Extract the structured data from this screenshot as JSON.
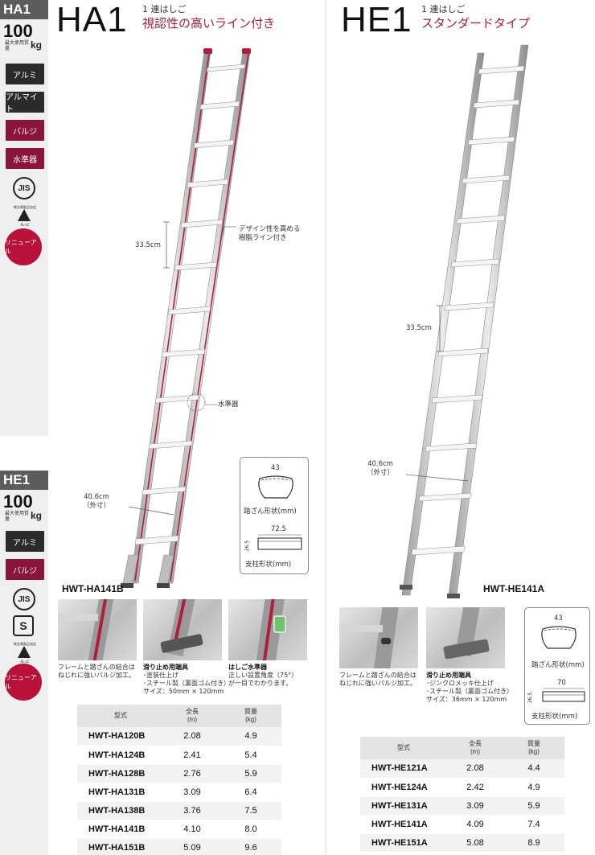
{
  "ha1": {
    "sidebar": {
      "code": "HA1",
      "max_load": "100",
      "max_load_label": "最大使用質量",
      "unit": "kg",
      "tags": [
        "アルミ",
        "アルマイト",
        "バルジ",
        "水準器"
      ],
      "jis_mark": "JIS",
      "cert_caption": "軽金属製品協会",
      "cert_caption2": "AL-LC",
      "renewal": "リニューアル"
    },
    "title": "HA1",
    "subtitle_small": "1 連はしご",
    "subtitle": "視認性の高いライン付き",
    "annotations": {
      "rung_pitch": "33.5cm",
      "design_line": [
        "デザイン性を高める",
        "樹脂ライン付き"
      ],
      "level": "水準器",
      "width": [
        "40.6cm",
        "（外寸）"
      ]
    },
    "profile": {
      "rung_width": "43",
      "rung_label": "踏ざん形状(mm)",
      "post_width": "72.5",
      "post_height": "26.5",
      "post_label": "支柱形状(mm)"
    },
    "model_label": "HWT-HA141B",
    "features": [
      {
        "title": "",
        "lines": [
          "フレームと踏ざんの結合は",
          "ねじれに強いバルジ加工。"
        ]
      },
      {
        "title": "滑り止め用端具",
        "lines": [
          "･塗装仕上げ",
          "･スチール製（裏面ゴム付き）",
          "サイズ：50mm × 120mm"
        ]
      },
      {
        "title": "はしご水準器",
        "lines": [
          "正しい設置角度（75°）",
          "が一目でわかります。"
        ]
      }
    ],
    "table": {
      "headers": [
        "型式",
        "全長",
        "(m)",
        "質量",
        "(kg)"
      ],
      "rows": [
        [
          "HWT-HA120B",
          "2.08",
          "4.9"
        ],
        [
          "HWT-HA124B",
          "2.41",
          "5.4"
        ],
        [
          "HWT-HA128B",
          "2.76",
          "5.9"
        ],
        [
          "HWT-HA131B",
          "3.09",
          "6.4"
        ],
        [
          "HWT-HA138B",
          "3.76",
          "7.5"
        ],
        [
          "HWT-HA141B",
          "4.10",
          "8.0"
        ],
        [
          "HWT-HA151B",
          "5.09",
          "9.6"
        ]
      ]
    }
  },
  "he1": {
    "sidebar": {
      "code": "HE1",
      "max_load": "100",
      "max_load_label": "最大使用質量",
      "unit": "kg",
      "tags": [
        "アルミ",
        "バルジ"
      ],
      "jis_mark": "JIS",
      "s_mark": "S",
      "cert_caption": "軽金属製品協会",
      "cert_caption2": "AL-LC",
      "renewal": "リニューアル"
    },
    "title": "HE1",
    "subtitle_small": "1 連はしご",
    "subtitle": "スタンダードタイプ",
    "annotations": {
      "rung_pitch": "33.5cm",
      "width": [
        "40.6cm",
        "（外寸）"
      ]
    },
    "profile": {
      "rung_width": "43",
      "rung_label": "踏ざん形状(mm)",
      "post_width": "70",
      "post_height": "26.5",
      "post_label": "支柱形状(mm)"
    },
    "model_label": "HWT-HE141A",
    "features": [
      {
        "title": "",
        "lines": [
          "フレームと踏ざんの結合は",
          "ねじれに強いバルジ加工。"
        ]
      },
      {
        "title": "滑り止め用端具",
        "lines": [
          "･ジンクロメッキ仕上げ",
          "･スチール製（裏面ゴム付き）",
          "サイズ：36mm × 120mm"
        ]
      }
    ],
    "table": {
      "headers": [
        "型式",
        "全長",
        "(m)",
        "質量",
        "(kg)"
      ],
      "rows": [
        [
          "HWT-HE121A",
          "2.08",
          "4.4"
        ],
        [
          "HWT-HE124A",
          "2.42",
          "4.9"
        ],
        [
          "HWT-HE131A",
          "3.09",
          "5.9"
        ],
        [
          "HWT-HE141A",
          "4.09",
          "7.4"
        ],
        [
          "HWT-HE151A",
          "5.08",
          "8.9"
        ]
      ]
    }
  }
}
